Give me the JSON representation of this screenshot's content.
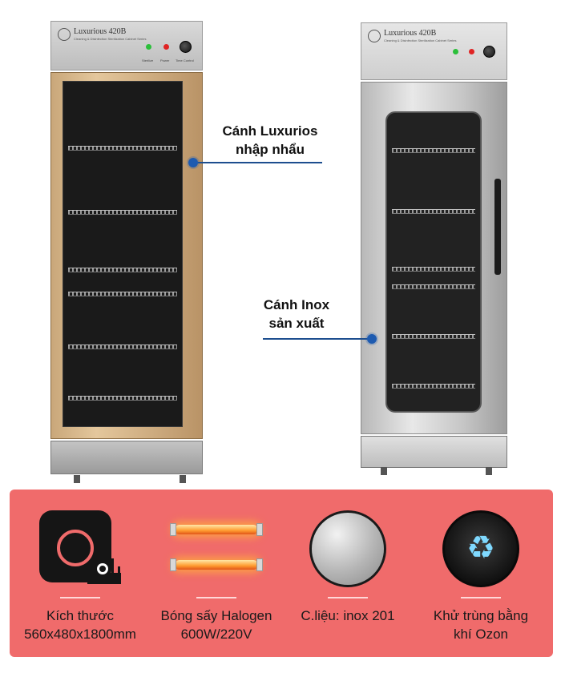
{
  "cabinets": {
    "left": {
      "brand": "Luxurious 420B",
      "subtitle": "Cleaning & Disinfection Sterilization Cabinet Series",
      "controls": [
        "Sterilize",
        "Power",
        "Time Control"
      ]
    },
    "right": {
      "brand": "Luxurious 420B",
      "subtitle": "Cleaning & Disinfection Sterilization Cabinet Series"
    }
  },
  "callouts": {
    "luxurios": {
      "line1": "Cánh Luxurios",
      "line2": "nhập nhẩu"
    },
    "inox": {
      "line1": "Cánh Inox",
      "line2": "sản xuất"
    }
  },
  "features": [
    {
      "icon": "ruler-size-icon",
      "line1": "Kích thước",
      "line2": "560x480x1800mm"
    },
    {
      "icon": "halogen-lamp-icon",
      "line1": "Bóng sấy Halogen",
      "line2": "600W/220V"
    },
    {
      "icon": "inox-disc-icon",
      "line1": "C.liệu: inox 201",
      "line2": ""
    },
    {
      "icon": "ozone-recycle-icon",
      "line1": "Khử trùng bằng",
      "line2": "khí Ozon"
    }
  ],
  "colors": {
    "panel": "#f06b6b",
    "callout_line": "#1d4e8f",
    "callout_dot": "#1e5bb0",
    "door_gold": "#d9b98a",
    "door_steel": "#d0d0d0"
  }
}
